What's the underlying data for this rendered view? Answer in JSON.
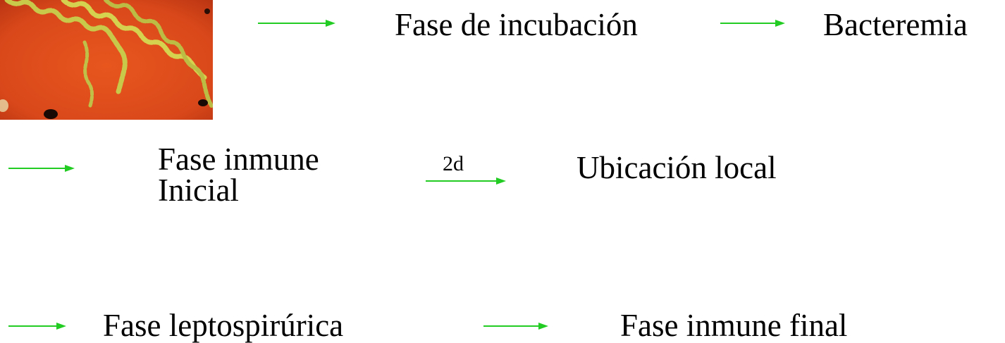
{
  "image": {
    "description_icon": "leptospira-bacteria-micrograph"
  },
  "arrow_color": "#22cc22",
  "nodes": {
    "incubation": "Fase de incubación",
    "bacteremia": "Bacteremia",
    "initial_immune_line1": "Fase inmune",
    "initial_immune_line2": "Inicial",
    "local_location": "Ubicación local",
    "leptospiruric": "Fase leptospirúrica",
    "final_immune": "Fase inmune final"
  },
  "edge_labels": {
    "two_days": "2d"
  }
}
